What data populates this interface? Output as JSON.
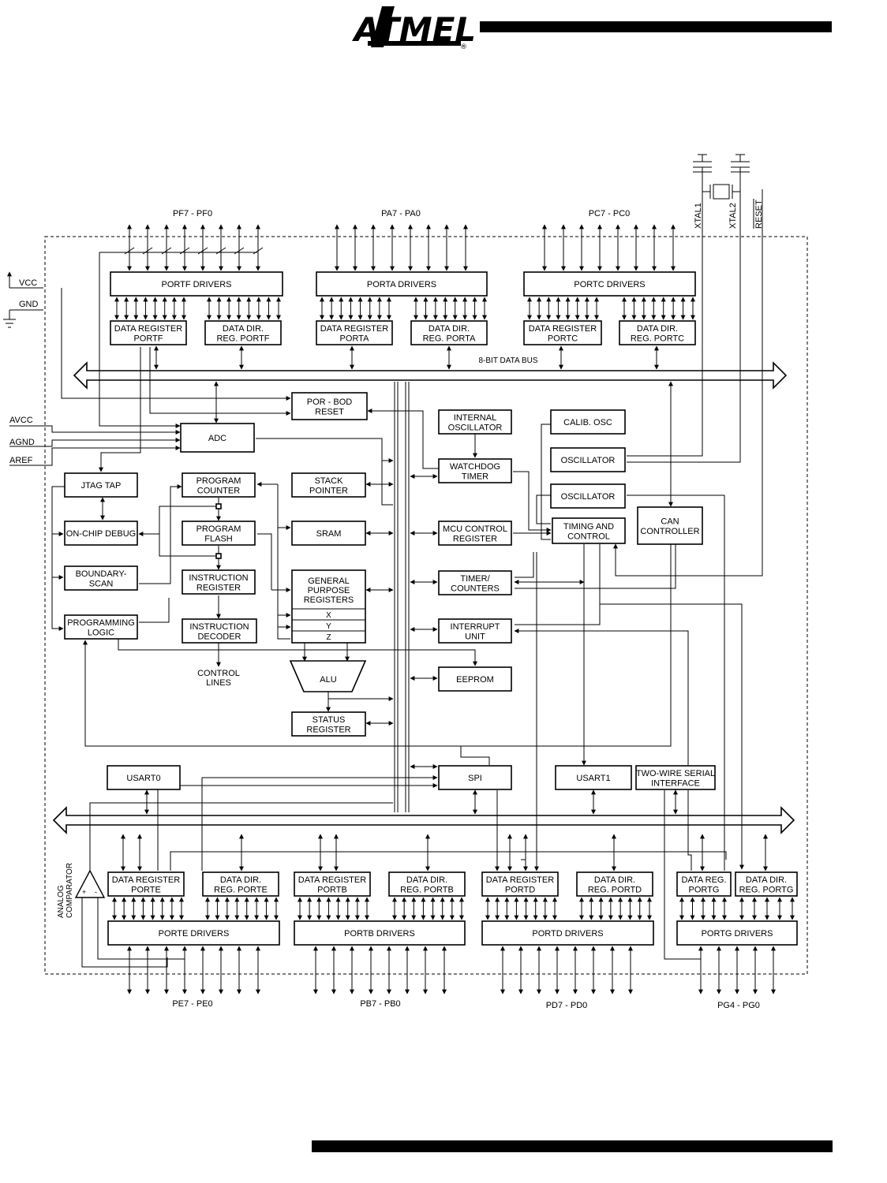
{
  "header": {
    "logo_text": "ATMEL",
    "registered_mark": "®"
  },
  "diagram": {
    "bus_label": "8-BIT DATA BUS",
    "port_labels": {
      "pf": "PF7 - PF0",
      "pa": "PA7 - PA0",
      "pc": "PC7 - PC0",
      "pe": "PE7 - PE0",
      "pb": "PB7 - PB0",
      "pd": "PD7 - PD0",
      "pg": "PG4 - PG0"
    },
    "pins": {
      "vcc": "VCC",
      "gnd": "GND",
      "avcc": "AVCC",
      "agnd": "AGND",
      "aref": "AREF",
      "xtal1": "XTAL1",
      "xtal2": "XTAL2",
      "reset": "RESET"
    },
    "blocks": {
      "portf_drivers": "PORTF DRIVERS",
      "porta_drivers": "PORTA DRIVERS",
      "portc_drivers": "PORTC DRIVERS",
      "data_reg_portf": [
        "DATA REGISTER",
        "PORTF"
      ],
      "data_dir_portf": [
        "DATA DIR.",
        "REG. PORTF"
      ],
      "data_reg_porta": [
        "DATA REGISTER",
        "PORTA"
      ],
      "data_dir_porta": [
        "DATA DIR.",
        "REG. PORTA"
      ],
      "data_reg_portc": [
        "DATA REGISTER",
        "PORTC"
      ],
      "data_dir_portc": [
        "DATA DIR.",
        "REG. PORTC"
      ],
      "por_bod": [
        "POR - BOD",
        "RESET"
      ],
      "internal_osc": [
        "INTERNAL",
        "OSCILLATOR"
      ],
      "calib_osc": [
        "CALIB. OSC"
      ],
      "adc": [
        "ADC"
      ],
      "watchdog": [
        "WATCHDOG",
        "TIMER"
      ],
      "oscillator1": [
        "OSCILLATOR"
      ],
      "oscillator2": [
        "OSCILLATOR"
      ],
      "jtag_tap": [
        "JTAG TAP"
      ],
      "program_counter": [
        "PROGRAM",
        "COUNTER"
      ],
      "stack_pointer": [
        "STACK",
        "POINTER"
      ],
      "on_chip_debug": [
        "ON-CHIP DEBUG"
      ],
      "program_flash": [
        "PROGRAM",
        "FLASH"
      ],
      "sram": [
        "SRAM"
      ],
      "mcu_control": [
        "MCU CONTROL",
        "REGISTER"
      ],
      "timing_control": [
        "TIMING AND",
        "CONTROL"
      ],
      "can_controller": [
        "CAN",
        "CONTROLLER"
      ],
      "boundary_scan": [
        "BOUNDARY-",
        "SCAN"
      ],
      "instruction_register": [
        "INSTRUCTION",
        "REGISTER"
      ],
      "gp_registers": [
        "GENERAL",
        "PURPOSE",
        "REGISTERS"
      ],
      "reg_x": "X",
      "reg_y": "Y",
      "reg_z": "Z",
      "timer_counters": [
        "TIMER/",
        "COUNTERS"
      ],
      "programming_logic": [
        "PROGRAMMING",
        "LOGIC"
      ],
      "instruction_decoder": [
        "INSTRUCTION",
        "DECODER"
      ],
      "interrupt_unit": [
        "INTERRUPT",
        "UNIT"
      ],
      "control_lines": [
        "CONTROL",
        "LINES"
      ],
      "alu": "ALU",
      "eeprom": [
        "EEPROM"
      ],
      "status_register": [
        "STATUS",
        "REGISTER"
      ],
      "usart0": [
        "USART0"
      ],
      "spi": [
        "SPI"
      ],
      "usart1": [
        "USART1"
      ],
      "two_wire": [
        "TWO-WIRE SERIAL",
        "INTERFACE"
      ],
      "analog_comparator": [
        "ANALOG",
        "COMPARATOR"
      ],
      "data_reg_porte": [
        "DATA REGISTER",
        "PORTE"
      ],
      "data_dir_porte": [
        "DATA DIR.",
        "REG. PORTE"
      ],
      "data_reg_portb": [
        "DATA REGISTER",
        "PORTB"
      ],
      "data_dir_portb": [
        "DATA DIR.",
        "REG. PORTB"
      ],
      "data_reg_portd": [
        "DATA REGISTER",
        "PORTD"
      ],
      "data_dir_portd": [
        "DATA DIR.",
        "REG. PORTD"
      ],
      "data_reg_portg": [
        "DATA REG.",
        "PORTG"
      ],
      "data_dir_portg": [
        "DATA DIR.",
        "REG. PORTG"
      ],
      "porte_drivers": "PORTE DRIVERS",
      "portb_drivers": "PORTB DRIVERS",
      "portd_drivers": "PORTD DRIVERS",
      "portg_drivers": "PORTG DRIVERS"
    }
  }
}
